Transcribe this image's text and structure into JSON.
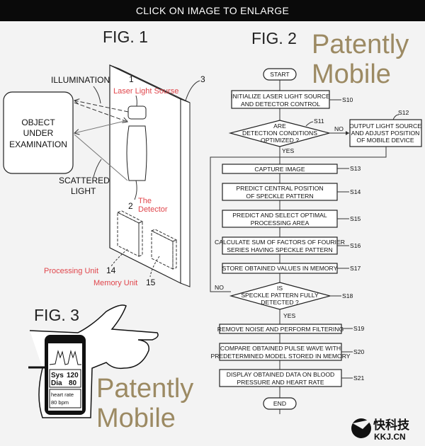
{
  "header": {
    "label": "CLICK ON IMAGE TO ENLARGE"
  },
  "fig1": {
    "title": "FIG. 1",
    "object_lines": [
      "OBJECT",
      "UNDER",
      "EXAMINATION"
    ],
    "illumination": "ILLUMINATION",
    "scattered_lines": [
      "SCATTERED",
      "LIGHT"
    ],
    "ref_1": "1",
    "ref_2": "2",
    "ref_3": "3",
    "laser_label": "Laser Light Sourse",
    "detector_lines": [
      "The",
      "Detector"
    ],
    "processing_label": "Processing Unit",
    "ref_14": "14",
    "memory_label": "Memory Unit",
    "ref_15": "15"
  },
  "fig2": {
    "title": "FIG. 2",
    "start": "START",
    "end": "END",
    "yes": "YES",
    "no": "NO",
    "steps": {
      "s10": {
        "id": "S10",
        "lines": [
          "INITIALIZE LASER LIGHT SOURCE",
          "AND DETECTOR CONTROL"
        ]
      },
      "s11": {
        "id": "S11",
        "lines": [
          "ARE",
          "DETECTION CONDITIONS",
          "OPTIMIZED ?"
        ]
      },
      "s12": {
        "id": "S12",
        "lines": [
          "OUTPUT LIGHT SOURCE",
          "AND ADJUST POSITION",
          "OF MOBILE DEVICE"
        ]
      },
      "s13": {
        "id": "S13",
        "lines": [
          "CAPTURE IMAGE"
        ]
      },
      "s14": {
        "id": "S14",
        "lines": [
          "PREDICT CENTRAL POSITION",
          "OF SPECKLE PATTERN"
        ]
      },
      "s15": {
        "id": "S15",
        "lines": [
          "PREDICT AND SELECT OPTIMAL",
          "PROCESSING AREA"
        ]
      },
      "s16": {
        "id": "S16",
        "lines": [
          "CALCULATE SUM OF FACTORS OF FOURIER",
          "SERIES HAVING SPECKLE PATTERN"
        ]
      },
      "s17": {
        "id": "S17",
        "lines": [
          "STORE OBTAINED VALUES IN MEMORY"
        ]
      },
      "s18": {
        "id": "S18",
        "lines": [
          "IS",
          "SPECKLE PATTERN FULLY",
          "DETECTED ?"
        ]
      },
      "s19": {
        "id": "S19",
        "lines": [
          "REMOVE NOISE AND PERFORM FILTERING"
        ]
      },
      "s20": {
        "id": "S20",
        "lines": [
          "COMPARE OBTAINED PULSE WAVE WITH",
          "PREDETERMINED MODEL STORED IN MEMORY"
        ]
      },
      "s21": {
        "id": "S21",
        "lines": [
          "DISPLAY OBTAINED DATA ON BLOOD",
          "PRESSURE AND HEART RATE"
        ]
      }
    }
  },
  "fig3": {
    "title": "FIG. 3",
    "sys_label": "Sys",
    "sys_value": "120",
    "dia_label": "Dia",
    "dia_value": "80",
    "hr_label": "heart rate",
    "hr_value": "80 bpm"
  },
  "watermark": "Patently Mobile",
  "logo": {
    "cn": "快科技",
    "domain": "KKJ.CN"
  }
}
